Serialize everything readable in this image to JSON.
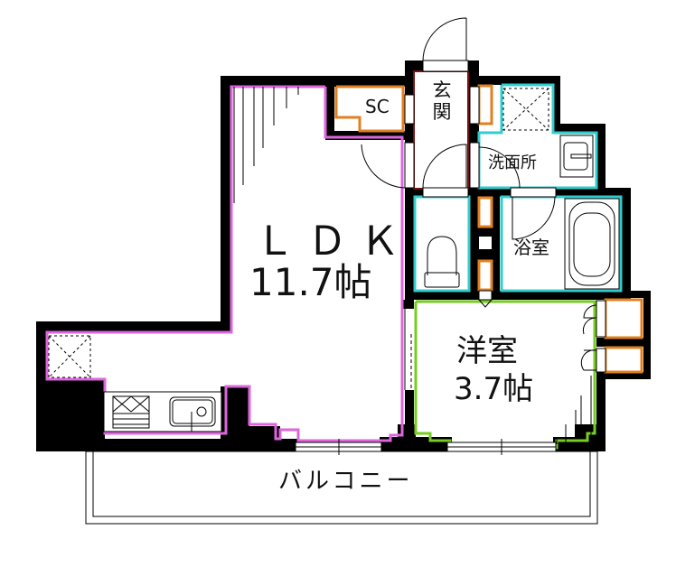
{
  "floor_plan": {
    "rooms": [
      {
        "id": "ldk",
        "name": "ＬＤＫ",
        "size": "11.7帖",
        "outline_color": "#dd66dd"
      },
      {
        "id": "western",
        "name": "洋室",
        "size": "3.7帖",
        "outline_color": "#77cc22"
      },
      {
        "id": "entrance",
        "name": "玄関",
        "outline_color": "#7a1010"
      },
      {
        "id": "shoe_closet",
        "name": "SC",
        "outline_color": "#e08020"
      },
      {
        "id": "washroom",
        "name": "洗面所",
        "outline_color": "#33cccc"
      },
      {
        "id": "bathroom",
        "name": "浴室",
        "outline_color": "#33cccc"
      },
      {
        "id": "toilet",
        "name": "",
        "outline_color": "#33cccc"
      },
      {
        "id": "balcony",
        "name": "バルコニー"
      }
    ],
    "labels": {
      "ldk_name": "ＬＤＫ",
      "ldk_size": "11.7帖",
      "western_name": "洋室",
      "western_size": "3.7帖",
      "entrance": "玄関",
      "shoe_closet": "SC",
      "washroom": "洗面所",
      "bathroom": "浴室",
      "balcony": "バルコニー"
    },
    "colors": {
      "wall": "#000000",
      "ldk": "#dd66dd",
      "western": "#77cc22",
      "wet_area": "#33cccc",
      "storage": "#e08020",
      "entrance": "#7a1010"
    },
    "fixtures": [
      "stove-icon",
      "kitchen-sink-icon",
      "toilet-icon",
      "bathtub-icon",
      "wash-basin-icon",
      "fridge-space-icon",
      "washer-space-icon"
    ]
  }
}
